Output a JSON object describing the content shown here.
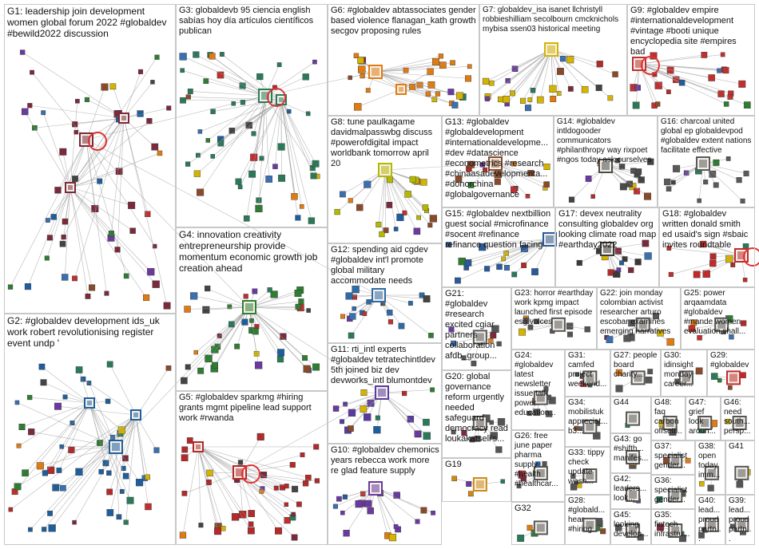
{
  "groups": [
    {
      "id": "G1",
      "text": "G1: leadership join development women global forum 2022 #globaldev #bewild2022 discussion",
      "accent": "#7b2a3b"
    },
    {
      "id": "G2",
      "text": "G2: #globaldev development ids_uk work robert revolutionising register event undp '",
      "accent": "#1f5e9c"
    },
    {
      "id": "G3",
      "text": "G3: globaldevb 95 ciencia english sabías hoy día artículos científicos publican",
      "accent": "#2a7a5a"
    },
    {
      "id": "G4",
      "text": "G4: innovation creativity entrepreneurship provide momentum economic growth job creation ahead",
      "accent": "#2f7d32"
    },
    {
      "id": "G5",
      "text": "G5: #globaldev sparkmg #hiring grants mgmt pipeline lead support work #rwanda",
      "accent": "#b22a2a"
    },
    {
      "id": "G6",
      "text": "G6: #globaldev abtassociates gender based violence flanagan_kath growth secgov proposing rules",
      "accent": "#e07b12"
    },
    {
      "id": "G7",
      "text": "G7: globaldev_isa isanet llchristyll robbieshilliam secolbourn cmcknichols mybisa ssen03 historical meeting",
      "accent": "#d4b400"
    },
    {
      "id": "G8",
      "text": "G8: tune paulkagame davidmalpasswbg discuss #powerofdigital impact worldbank tomorrow april 20",
      "accent": "#b5b800"
    },
    {
      "id": "G9",
      "text": "G9: #globaldev empire #internationaldevelopment #vintage #booti unique encyclopedia site #empires bad",
      "accent": "#c03030"
    },
    {
      "id": "G10",
      "text": "G10: #globaldev chemonics years rebecca work more re glad feature supply",
      "accent": "#6a3aa0"
    },
    {
      "id": "G11",
      "text": "G11: rti_intl experts #globaldev tetratechintldev 5th joined biz dev devworks_intl blumontdev",
      "accent": "#5a3aa0"
    },
    {
      "id": "G12",
      "text": "G12: spending aid cgdev #globaldev int'l promote global military accommodate needs",
      "accent": "#2d6aa8"
    },
    {
      "id": "G13",
      "text": "G13: #globaldev #globaldevelopment #internationaldevelopme... #dev #datascience #econometrics #research #chinaasadevelopmenta... #donorchina #globalgovernance",
      "accent": "#8a4a2a"
    },
    {
      "id": "G14",
      "text": "G14: #globaldev intldogooder communicators #philanthropy way rixpoet #ngos today ask ourselves",
      "accent": "#4a4a4a"
    },
    {
      "id": "G15",
      "text": "G15: #globaldev nextbillion guest social #microfinance #socent #refinance refinance question facing",
      "accent": "#2a5a9a"
    },
    {
      "id": "G16",
      "text": "G16: charcoal united global ep globaldevpod #globaldev extent nations facilitate effective",
      "accent": "#5a5a5a"
    },
    {
      "id": "G17",
      "text": "G17: devex neutrality consulting globaldev org looking climate road map #earthday2022",
      "accent": "#3a3a3a"
    },
    {
      "id": "G18",
      "text": "G18: #globaldev written donald smith ed usaid's sign #sbaic invites roundtable",
      "accent": "#c02a2a"
    },
    {
      "id": "G19",
      "text": "G19",
      "accent": "#d08a10"
    },
    {
      "id": "G20",
      "text": "G20: global governance reform urgently needed safeguard democracy read loukakatseli's...",
      "accent": "#555555"
    },
    {
      "id": "G21",
      "text": "G21: #globaldev #research excited cgiar partners collaboration afdb_group...",
      "accent": "#555555"
    },
    {
      "id": "G22",
      "text": "G22: join monday colombian activist researcher arturo escobar examines emerging narratives",
      "accent": "#555555"
    },
    {
      "id": "G23",
      "text": "G23: horror #earthday work kpmg impact launched first episode esg voices",
      "accent": "#555555"
    },
    {
      "id": "G24",
      "text": "G24: #globaldev latest newsletter issue talk power education...",
      "accent": "#555555"
    },
    {
      "id": "G25",
      "text": "G25: power arqaamdata #globaldev #mande women evaluation shall...",
      "accent": "#555555"
    },
    {
      "id": "G26",
      "text": "G26: free june paper pharma supply #health #healthcar...",
      "accent": "#555555"
    },
    {
      "id": "G27",
      "text": "G27: people board charity...",
      "accent": "#555555"
    },
    {
      "id": "G28",
      "text": "G28: #globald... hear #hiring...",
      "accent": "#555555"
    },
    {
      "id": "G29",
      "text": "G29: #globaldev",
      "accent": "#c02a2a"
    },
    {
      "id": "G30",
      "text": "G30: idinsight monday career...",
      "accent": "#555555"
    },
    {
      "id": "G31",
      "text": "G31: camfed project weekend...",
      "accent": "#555555"
    },
    {
      "id": "G32",
      "text": "G32",
      "accent": "#555555"
    },
    {
      "id": "G33",
      "text": "G33: tippy check update wash...",
      "accent": "#555555"
    },
    {
      "id": "G34",
      "text": "G34: mobilistuk appreciat... b3...",
      "accent": "#555555"
    },
    {
      "id": "G35",
      "text": "G35: fintech infrastru...",
      "accent": "#555555"
    },
    {
      "id": "G36",
      "text": "G36: specialist gender...",
      "accent": "#555555"
    },
    {
      "id": "G37",
      "text": "G37: specialist gender...",
      "accent": "#555555"
    },
    {
      "id": "G38",
      "text": "G38: open today imm...",
      "accent": "#555555"
    },
    {
      "id": "G39",
      "text": "G39: lead... proud partn...",
      "accent": "#555555"
    },
    {
      "id": "G40",
      "text": "G40: lead... proud partn...",
      "accent": "#555555"
    },
    {
      "id": "G41",
      "text": "G41",
      "accent": "#555555"
    },
    {
      "id": "G42",
      "text": "G42: leaders... look...",
      "accent": "#555555"
    },
    {
      "id": "G43",
      "text": "G43: go #shifth... manifes...",
      "accent": "#555555"
    },
    {
      "id": "G44",
      "text": "G44",
      "accent": "#555555"
    },
    {
      "id": "G45",
      "text": "G45: looking develop...",
      "accent": "#555555"
    },
    {
      "id": "G46",
      "text": "G46: need south... persp...",
      "accent": "#555555"
    },
    {
      "id": "G47",
      "text": "G47: grief look aroun...",
      "accent": "#555555"
    },
    {
      "id": "G48",
      "text": "G48: faq carbon offsetti...",
      "accent": "#555555"
    }
  ]
}
